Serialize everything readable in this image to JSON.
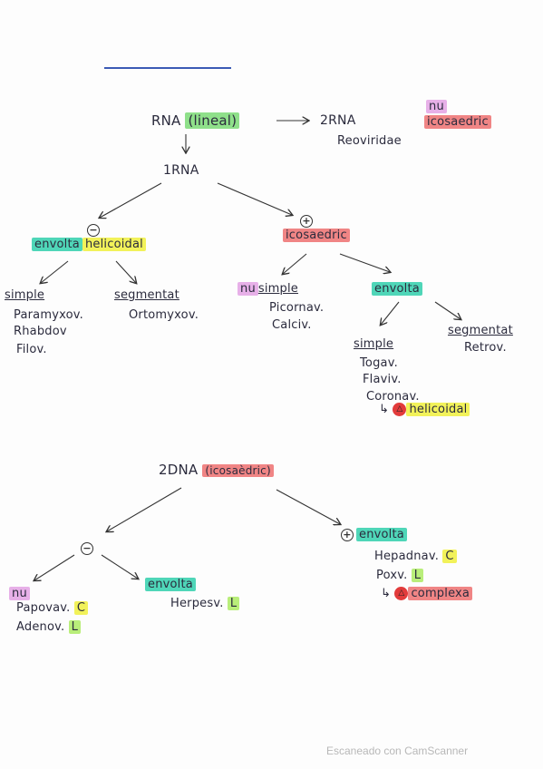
{
  "rna": {
    "root": "RNA",
    "lineal": "(lineal)",
    "rna2": "2RNA",
    "reoviridae": "Reoviridae",
    "nu": "nu",
    "icosaedric_top": "icosaedric",
    "rna1": "1RNA",
    "minus_sign": "−",
    "plus_sign": "+",
    "envolta": "envolta",
    "helicoidal": "helicoidal",
    "simple_neg": "simple",
    "segmentat_neg": "segmentat",
    "paramyxov": "Paramyxov.",
    "rhabdov": "Rhabdov",
    "filov": "Filov.",
    "ortomyxov": "Ortomyxov.",
    "icosaedric_pos": "icosaedric",
    "nu_pos": "nu",
    "simple_pos": "simple",
    "envolta_pos": "envolta",
    "picornav": "Picornav.",
    "calciv": "Calciv.",
    "simple_env": "simple",
    "segmentat_env": "segmentat",
    "retrov": "Retrov.",
    "togav": "Togav.",
    "flaviv": "Flaviv.",
    "coronav": "Coronav.",
    "arrow_hook": "↳",
    "helicoidal_corona": "helicoidal"
  },
  "dna": {
    "root": "2DNA",
    "icosaedric": "(icosaèdric)",
    "minus_sign": "−",
    "plus_sign": "+",
    "envolta_pos": "envolta",
    "hepadnav": "Hepadnav.",
    "c1": "C",
    "poxv": "Poxv.",
    "l1": "L",
    "arrow_hook": "↳",
    "complexa": "complexa",
    "nu": "nu",
    "papovav": "Papovav.",
    "c2": "C",
    "adenov": "Adenov.",
    "l2": "L",
    "envolta_neg": "envolta",
    "herpesv": "Herpesv.",
    "l3": "L"
  },
  "footer": {
    "text": "Escaneado con CamScanner"
  },
  "colors": {
    "green": "#8fe08a",
    "yellow": "#f2f25a",
    "red": "#f08585",
    "pink": "#e7b0e8",
    "teal": "#4fd6b8"
  }
}
